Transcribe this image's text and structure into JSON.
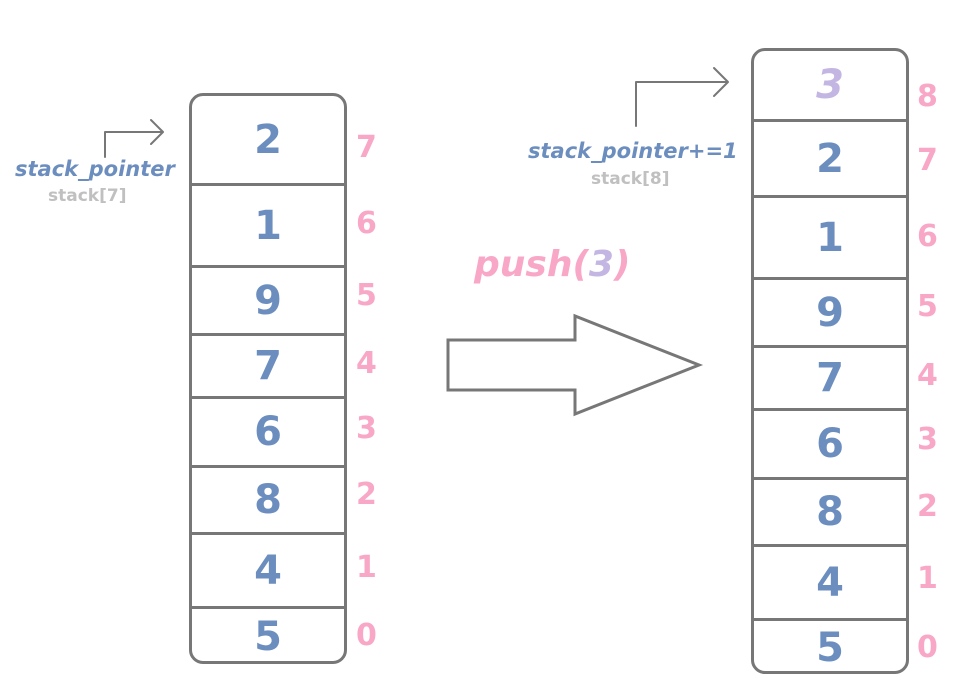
{
  "before": {
    "pointer_label": "stack_pointer",
    "pointer_sub": "stack[7]",
    "cells": [
      {
        "value": "2",
        "index": "7"
      },
      {
        "value": "1",
        "index": "6"
      },
      {
        "value": "9",
        "index": "5"
      },
      {
        "value": "7",
        "index": "4"
      },
      {
        "value": "6",
        "index": "3"
      },
      {
        "value": "8",
        "index": "2"
      },
      {
        "value": "4",
        "index": "1"
      },
      {
        "value": "5",
        "index": "0"
      }
    ]
  },
  "operation": {
    "name": "push(",
    "argument": "3",
    "close": ")"
  },
  "after": {
    "pointer_label": "stack_pointer+=1",
    "pointer_sub": "stack[8]",
    "cells": [
      {
        "value": "3",
        "index": "8"
      },
      {
        "value": "2",
        "index": "7"
      },
      {
        "value": "1",
        "index": "6"
      },
      {
        "value": "9",
        "index": "5"
      },
      {
        "value": "7",
        "index": "4"
      },
      {
        "value": "6",
        "index": "3"
      },
      {
        "value": "8",
        "index": "2"
      },
      {
        "value": "4",
        "index": "1"
      },
      {
        "value": "5",
        "index": "0"
      }
    ]
  },
  "colors": {
    "value": "#6c8ebf",
    "index": "#f9a7c6",
    "new_value": "#c4b6e2",
    "outline": "#777777",
    "sub_label": "#c0c0c0"
  }
}
